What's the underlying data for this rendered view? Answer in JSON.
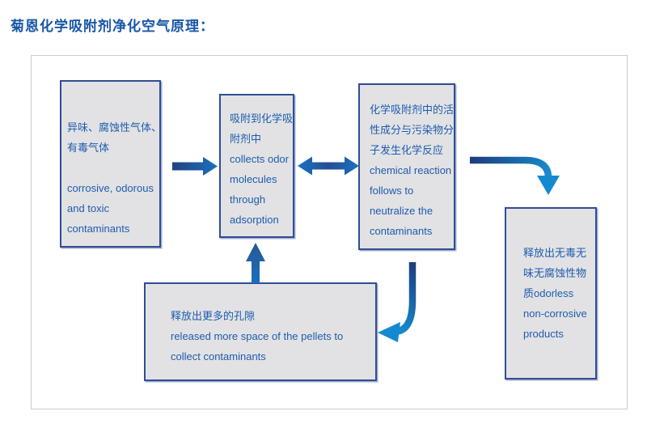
{
  "page": {
    "title": "菊恩化学吸附剂净化空气原理："
  },
  "colors": {
    "title_blue": "#1856a8",
    "text_blue": "#1d5cae",
    "node_fill": "#e2e2e4",
    "node_border": "#2e4d94",
    "frame_border": "#c4ccd6",
    "arrow_dark": "#1c3d7c",
    "arrow_bright": "#1489cf"
  },
  "diagram": {
    "nodes": [
      {
        "id": "input-contaminants",
        "lines": [
          "异味、腐蚀性气体、",
          "有毒气体",
          "",
          "corrosive, odorous",
          "and toxic",
          "contaminants"
        ]
      },
      {
        "id": "adsorption",
        "lines": [
          "吸附到化学吸",
          "附剂中",
          "collects odor",
          "molecules",
          "through",
          "adsorption"
        ]
      },
      {
        "id": "chemical-reaction",
        "lines": [
          "化学吸附剂中的活",
          "性成分与污染物分",
          "子发生化学反应",
          "chemical reaction",
          "follows to",
          "neutralize the",
          "contaminants"
        ]
      },
      {
        "id": "released-space",
        "lines": [
          "释放出更多的孔隙",
          "released more space of the pellets to",
          "collect contaminants"
        ]
      },
      {
        "id": "odorless-products",
        "lines": [
          "释放出无毒无",
          "味无腐蚀性物",
          "质odorless",
          "non-corrosive",
          "products"
        ]
      }
    ],
    "arrows": [
      {
        "name": "arrow-right",
        "from": "input-contaminants",
        "to": "adsorption"
      },
      {
        "name": "arrow-double-horizontal",
        "from": "adsorption",
        "to": "chemical-reaction"
      },
      {
        "name": "arrow-elbow-down",
        "from": "chemical-reaction",
        "to": "odorless-products"
      },
      {
        "name": "arrow-elbow-left",
        "from": "chemical-reaction",
        "to": "released-space"
      },
      {
        "name": "arrow-up",
        "from": "released-space",
        "to": "adsorption"
      }
    ]
  }
}
